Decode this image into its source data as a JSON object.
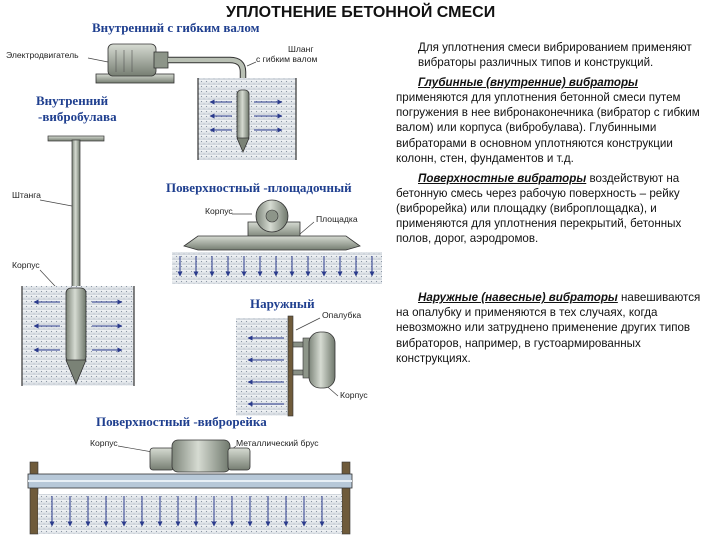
{
  "page_title": "УПЛОТНЕНИЕ БЕТОННОЙ СМЕСИ",
  "diagram": {
    "internal_flexible": {
      "title": "Внутренний  с  гибким  валом",
      "motor_label": "Электродвигатель",
      "hose_label_1": "Шланг",
      "hose_label_2": "с  гибким  валом"
    },
    "internal_mace": {
      "title_1": "Внутренний",
      "title_2": "-вибробулава",
      "rod_label": "Штанга",
      "body_label": "Корпус"
    },
    "surface_platform": {
      "title": "Поверхностный  -площадочный",
      "body_label": "Корпус",
      "platform_label": "Площадка"
    },
    "external": {
      "title": "Наружный",
      "formwork_label": "Опалубка",
      "body_label": "Корпус"
    },
    "surface_rail": {
      "title": "Поверхностный  -виброрейка",
      "body_label": "Корпус",
      "bar_label": "Металлический  брус"
    },
    "colors": {
      "title": "#1f3f8f",
      "arrow": "#2a3a8c",
      "metal": "#9fa79a",
      "concrete": "#dfe3e8"
    }
  },
  "text": {
    "intro": "Для уплотнения смеси вибрированием применяют вибраторы различных типов и конструкций.",
    "deep_heading": "Глубинные (внутренние) вибраторы",
    "deep_body": " применяются для уплотнения бетонной смеси путем погружения в нее вибронаконечника (вибратор с гибким валом) или корпуса (вибробулава). Глубинными вибраторами в основном уплотняются конструкции колонн, стен, фундаментов и т.д.",
    "surface_heading": "Поверхностные вибраторы",
    "surface_body": " воздействуют на бетонную смесь через рабочую поверхность – рейку (виброрейка) или площадку (виброплощадка), и применяются для уплотнения перекрытий, бетонных полов, дорог, аэродромов.",
    "external_heading": "Наружные (навесные) вибраторы",
    "external_body": " навешиваются на опалубку и применяются в тех случаях, когда невозможно или затруднено применение других типов вибраторов, например, в густоармированных конструкциях."
  }
}
